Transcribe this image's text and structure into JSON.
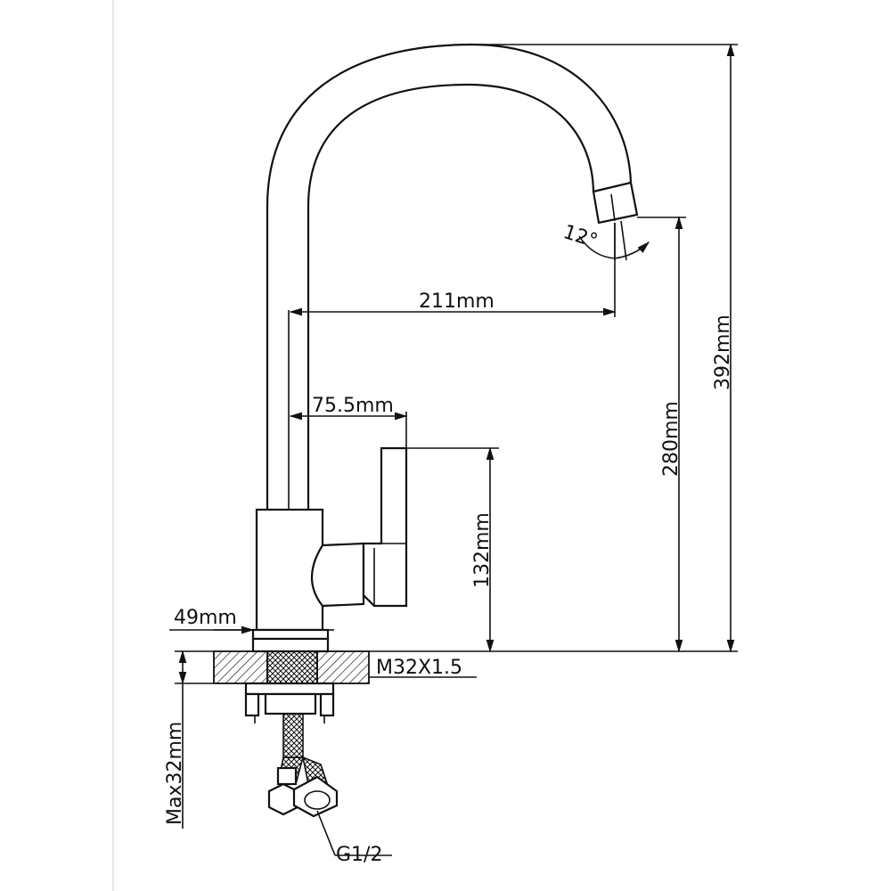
{
  "labels": {
    "spout_reach": "211mm",
    "handle_offset": "75.5mm",
    "angle": "12°",
    "handle_height": "132mm",
    "spout_height": "280mm",
    "total_height": "392mm",
    "base_diameter": "49mm",
    "thread": "M32X1.5",
    "max_thickness": "Max32mm",
    "hose_connection": "G1/2"
  },
  "colors": {
    "line": "#111111",
    "background": "#ffffff"
  }
}
